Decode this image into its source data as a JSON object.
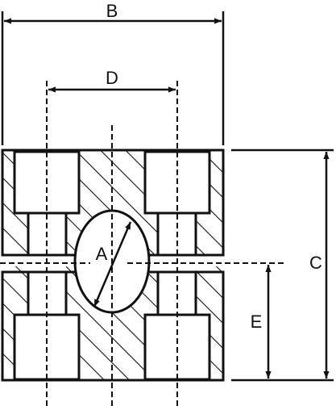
{
  "labels": {
    "A": "A",
    "B": "B",
    "C": "C",
    "D": "D",
    "E": "E"
  },
  "colors": {
    "line": "#111111",
    "background": "#ffffff"
  }
}
